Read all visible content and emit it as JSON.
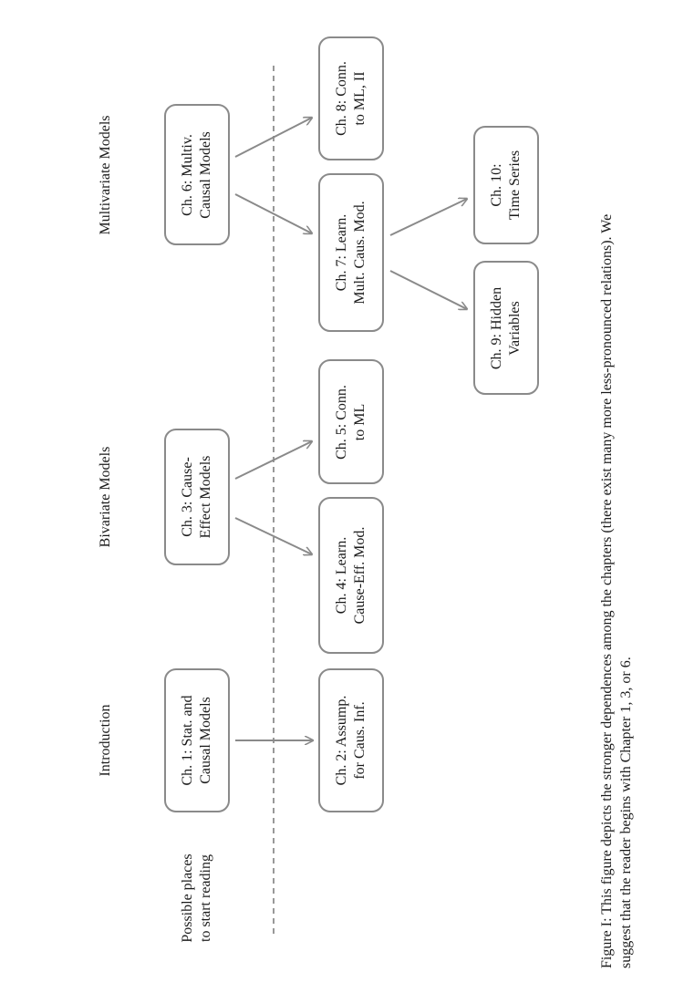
{
  "columns": {
    "start": [
      "Possible places",
      "to start reading"
    ],
    "intro": "Introduction",
    "bivariate": "Bivariate Models",
    "multivariate": "Multivariate Models"
  },
  "chapters": {
    "ch1": [
      "Ch. 1: Stat. and",
      "Causal Models"
    ],
    "ch2": [
      "Ch. 2: Assump.",
      "for Caus. Inf."
    ],
    "ch3": [
      "Ch. 3: Cause-",
      "Effect Models"
    ],
    "ch4": [
      "Ch. 4: Learn.",
      "Cause-Eff. Mod."
    ],
    "ch5": [
      "Ch. 5: Conn.",
      "to ML"
    ],
    "ch6": [
      "Ch. 6: Multiv.",
      "Causal Models"
    ],
    "ch7": [
      "Ch. 7: Learn.",
      "Mult. Caus. Mod."
    ],
    "ch8": [
      "Ch. 8: Conn.",
      "to ML, II"
    ],
    "ch9": [
      "Ch. 9: Hidden",
      "Variables"
    ],
    "ch10": [
      "Ch. 10:",
      "Time Series"
    ]
  },
  "caption": {
    "line1": "Figure I: This figure depicts the stronger dependences among the chapters (there exist many more less-pronounced relations). We",
    "line2": "suggest that the reader begins with Chapter 1, 3, or 6."
  },
  "colors": {
    "box_border": "#8a8a8a",
    "arrow": "#8a8a8a",
    "text": "#1a1a1a"
  }
}
